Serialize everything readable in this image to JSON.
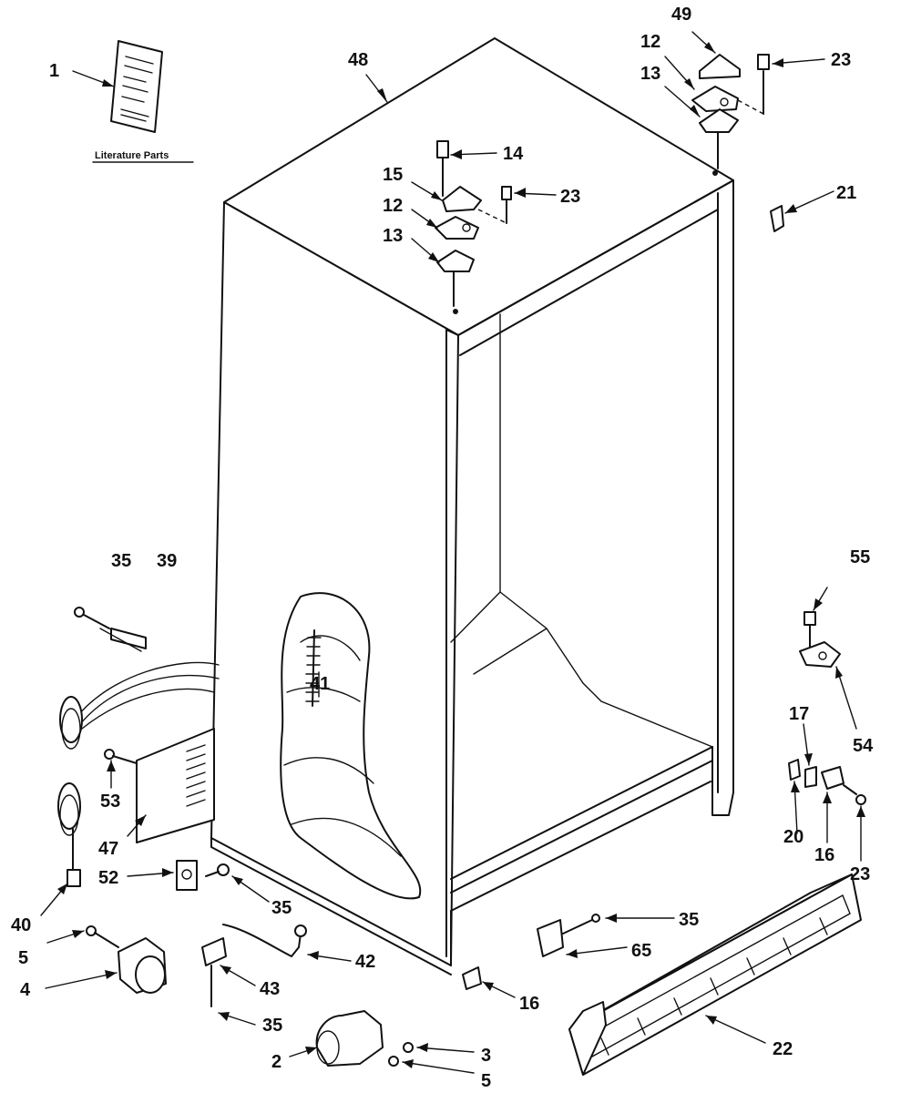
{
  "diagram": {
    "literature_caption": "Literature Parts",
    "callouts": [
      {
        "id": "c-1",
        "label": "1"
      },
      {
        "id": "c-48",
        "label": "48"
      },
      {
        "id": "c-49",
        "label": "49"
      },
      {
        "id": "c-12a",
        "label": "12"
      },
      {
        "id": "c-13a",
        "label": "13"
      },
      {
        "id": "c-23a",
        "label": "23"
      },
      {
        "id": "c-14",
        "label": "14"
      },
      {
        "id": "c-15",
        "label": "15"
      },
      {
        "id": "c-12b",
        "label": "12"
      },
      {
        "id": "c-13b",
        "label": "13"
      },
      {
        "id": "c-23b",
        "label": "23"
      },
      {
        "id": "c-21",
        "label": "21"
      },
      {
        "id": "c-35a",
        "label": "35"
      },
      {
        "id": "c-39",
        "label": "39"
      },
      {
        "id": "c-55",
        "label": "55"
      },
      {
        "id": "c-41",
        "label": "41"
      },
      {
        "id": "c-54",
        "label": "54"
      },
      {
        "id": "c-17",
        "label": "17"
      },
      {
        "id": "c-53",
        "label": "53"
      },
      {
        "id": "c-47",
        "label": "47"
      },
      {
        "id": "c-20",
        "label": "20"
      },
      {
        "id": "c-16a",
        "label": "16"
      },
      {
        "id": "c-23c",
        "label": "23"
      },
      {
        "id": "c-52",
        "label": "52"
      },
      {
        "id": "c-35b",
        "label": "35"
      },
      {
        "id": "c-40",
        "label": "40"
      },
      {
        "id": "c-35c",
        "label": "35"
      },
      {
        "id": "c-5a",
        "label": "5"
      },
      {
        "id": "c-65",
        "label": "65"
      },
      {
        "id": "c-42",
        "label": "42"
      },
      {
        "id": "c-4",
        "label": "4"
      },
      {
        "id": "c-43",
        "label": "43"
      },
      {
        "id": "c-16b",
        "label": "16"
      },
      {
        "id": "c-35d",
        "label": "35"
      },
      {
        "id": "c-22",
        "label": "22"
      },
      {
        "id": "c-2",
        "label": "2"
      },
      {
        "id": "c-3",
        "label": "3"
      },
      {
        "id": "c-5b",
        "label": "5"
      }
    ]
  }
}
